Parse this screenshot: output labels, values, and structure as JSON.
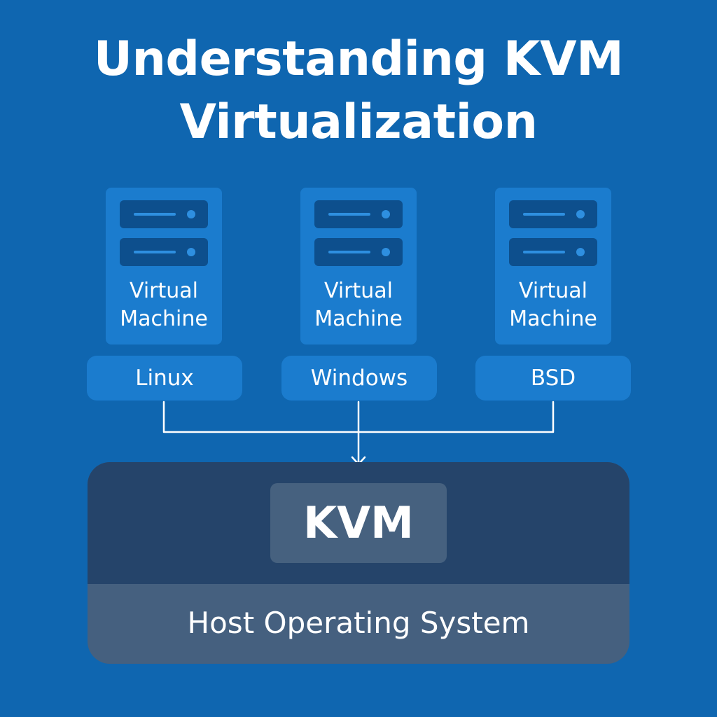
{
  "title": {
    "line1": "Understanding KVM",
    "line2": "Virtualization"
  },
  "virtual_machines": [
    {
      "label_line1": "Virtual",
      "label_line2": "Machine",
      "os": "Linux",
      "icon": "server-icon"
    },
    {
      "label_line1": "Virtual",
      "label_line2": "Machine",
      "os": "Windows",
      "icon": "server-icon"
    },
    {
      "label_line1": "Virtual",
      "label_line2": "Machine",
      "os": "BSD",
      "icon": "server-icon"
    }
  ],
  "hypervisor": {
    "label": "KVM"
  },
  "host": {
    "label": "Host Operating System"
  },
  "colors": {
    "background": "#0f66b0",
    "vm_card": "#1b7cce",
    "server_slot": "#0d4f8d",
    "kvm_layer": "#25446a",
    "kvm_box": "#46617f",
    "host_layer": "#45607f",
    "connector": "#ffffff"
  }
}
